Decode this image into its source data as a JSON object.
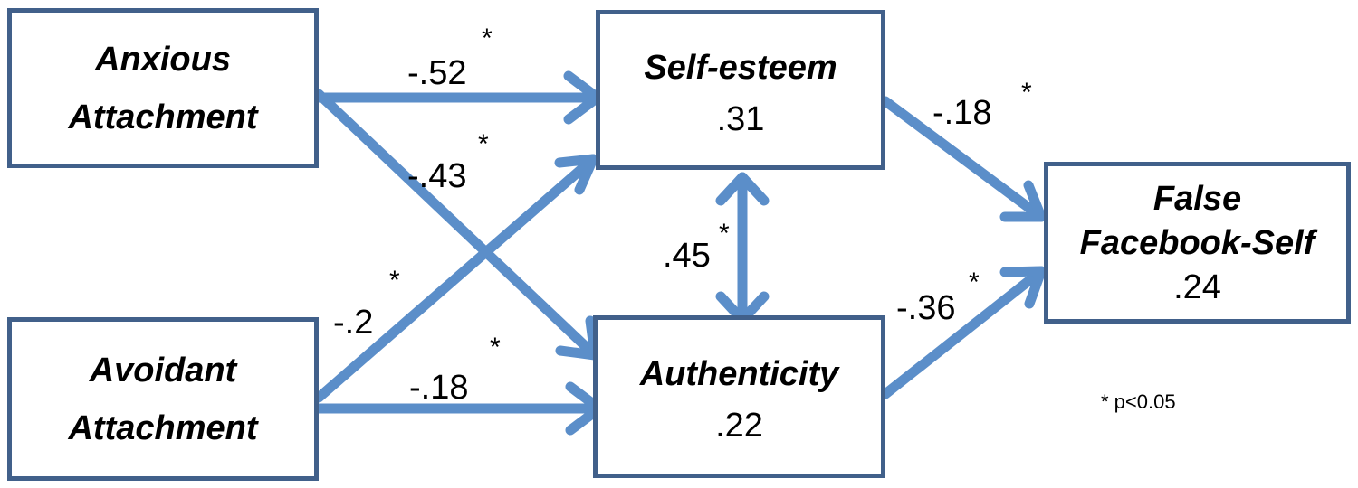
{
  "colors": {
    "arrow": "#5b8ec9",
    "box_border": "#41608a"
  },
  "nodes": {
    "anxious": {
      "line1": "Anxious",
      "line2": "Attachment"
    },
    "avoidant": {
      "line1": "Avoidant",
      "line2": "Attachment"
    },
    "self_esteem": {
      "name": "Self-esteem",
      "r2": ".31"
    },
    "authenticity": {
      "name": "Authenticity",
      "r2": ".22"
    },
    "false_self": {
      "line1": "False",
      "line2": "Facebook-Self",
      "r2": ".24"
    }
  },
  "paths": {
    "anx_se": {
      "coef": "-.52",
      "sig": "*"
    },
    "anx_au": {
      "coef": "-.43",
      "sig": "*"
    },
    "av_se": {
      "coef": "-.2",
      "sig": "*"
    },
    "av_au": {
      "coef": "-.18",
      "sig": "*"
    },
    "se_au": {
      "coef": ".45",
      "sig": "*"
    },
    "se_fs": {
      "coef": "-.18",
      "sig": "*"
    },
    "au_fs": {
      "coef": "-.36",
      "sig": "*"
    }
  },
  "footnote": "* p<0.05"
}
